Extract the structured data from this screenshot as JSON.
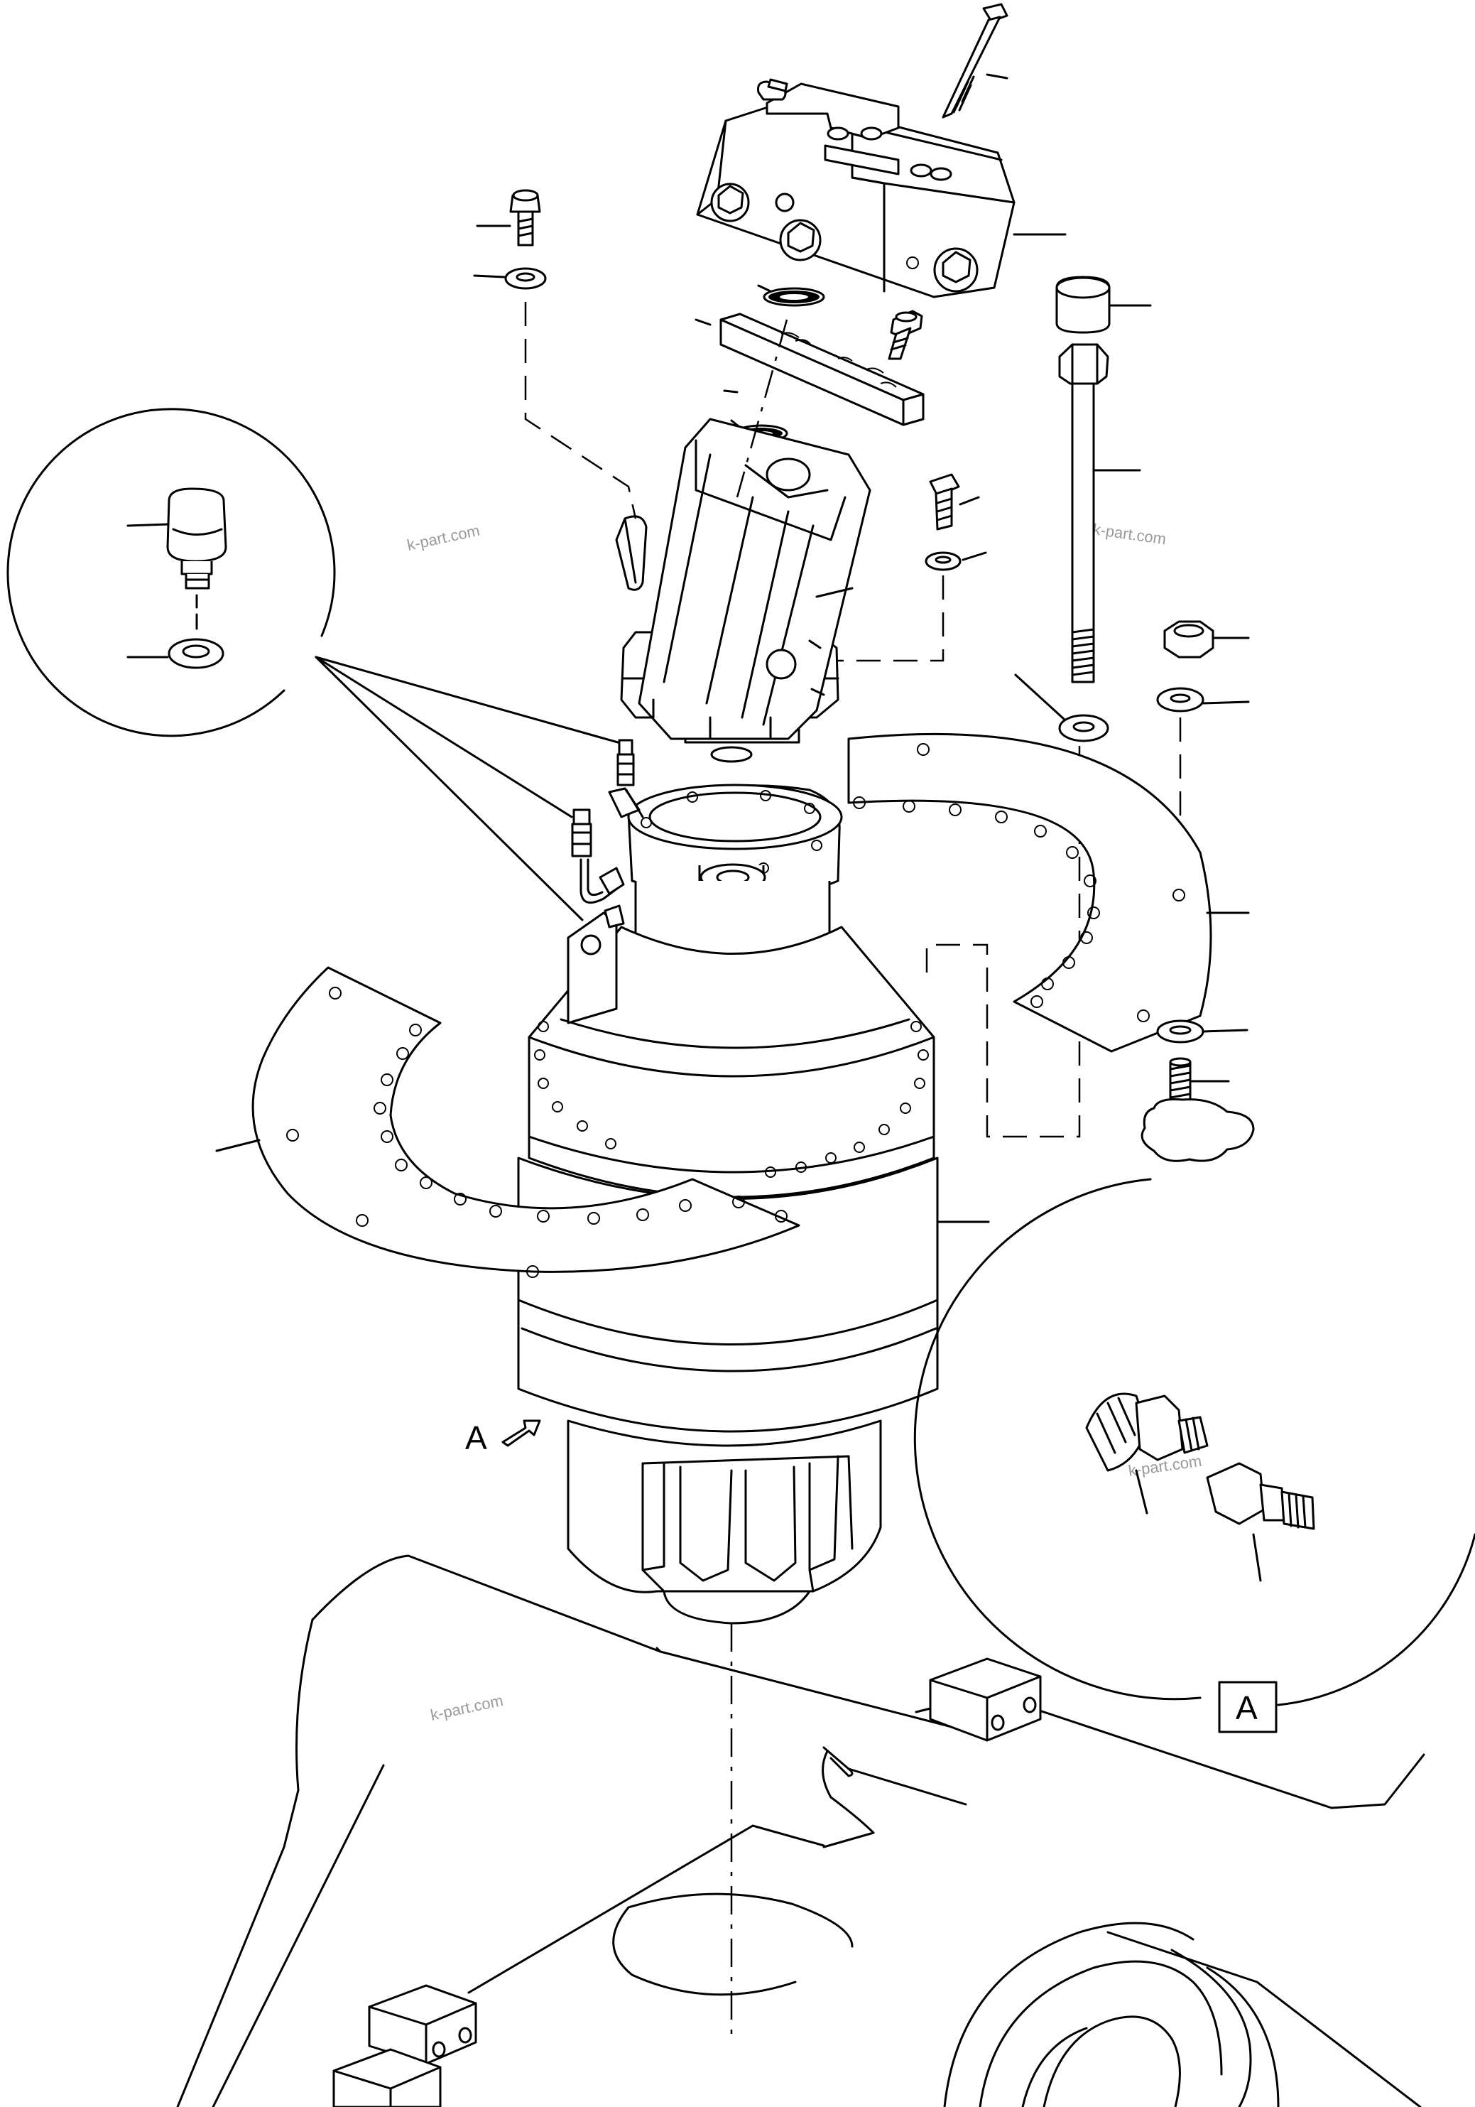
{
  "diagram": {
    "view_label": "A",
    "detail_box_label": "A",
    "watermarks": [
      "k-part.com",
      "k-part.com",
      "k-part.com",
      "k-part.com"
    ]
  },
  "colors": {
    "line": "#000000",
    "background": "#ffffff",
    "watermark": "#9a9a9a"
  }
}
